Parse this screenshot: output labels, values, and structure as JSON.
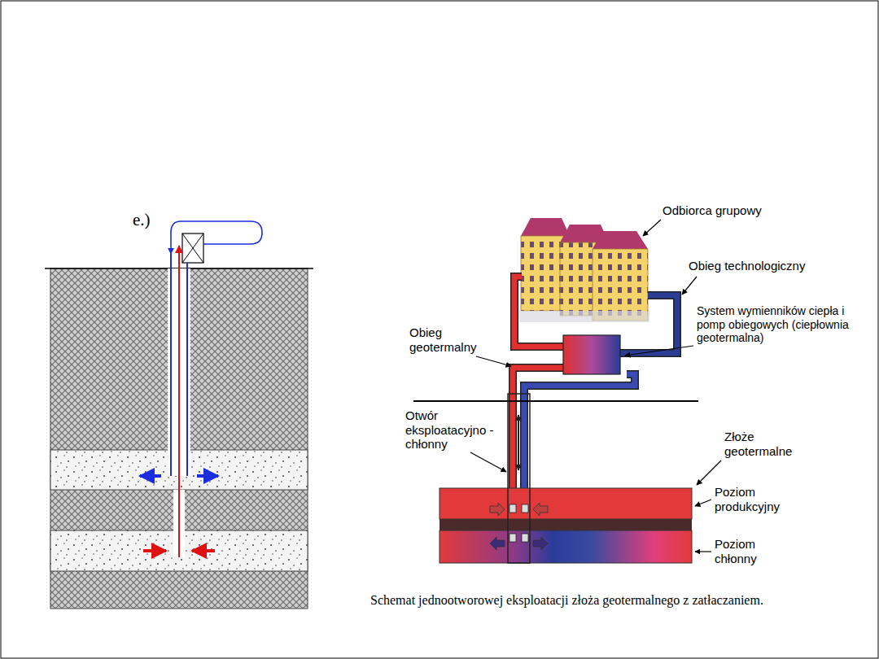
{
  "diagram": {
    "caption": "Schemat jednootworowej eksploatacji złoża geotermalnego z zatłaczaniem.",
    "labels": [
      "e.)",
      "Odbiorca grupowy",
      "Obieg technologiczny",
      "System wymienników ciepła i pomp obiegowych (ciepłownia geotermalna)",
      "Obieg geotermalny",
      "Otwór eksploatacyjno - chłonny",
      "Złoże geotermalne",
      "Poziom produkcyjny",
      "Poziom chłonny"
    ]
  }
}
